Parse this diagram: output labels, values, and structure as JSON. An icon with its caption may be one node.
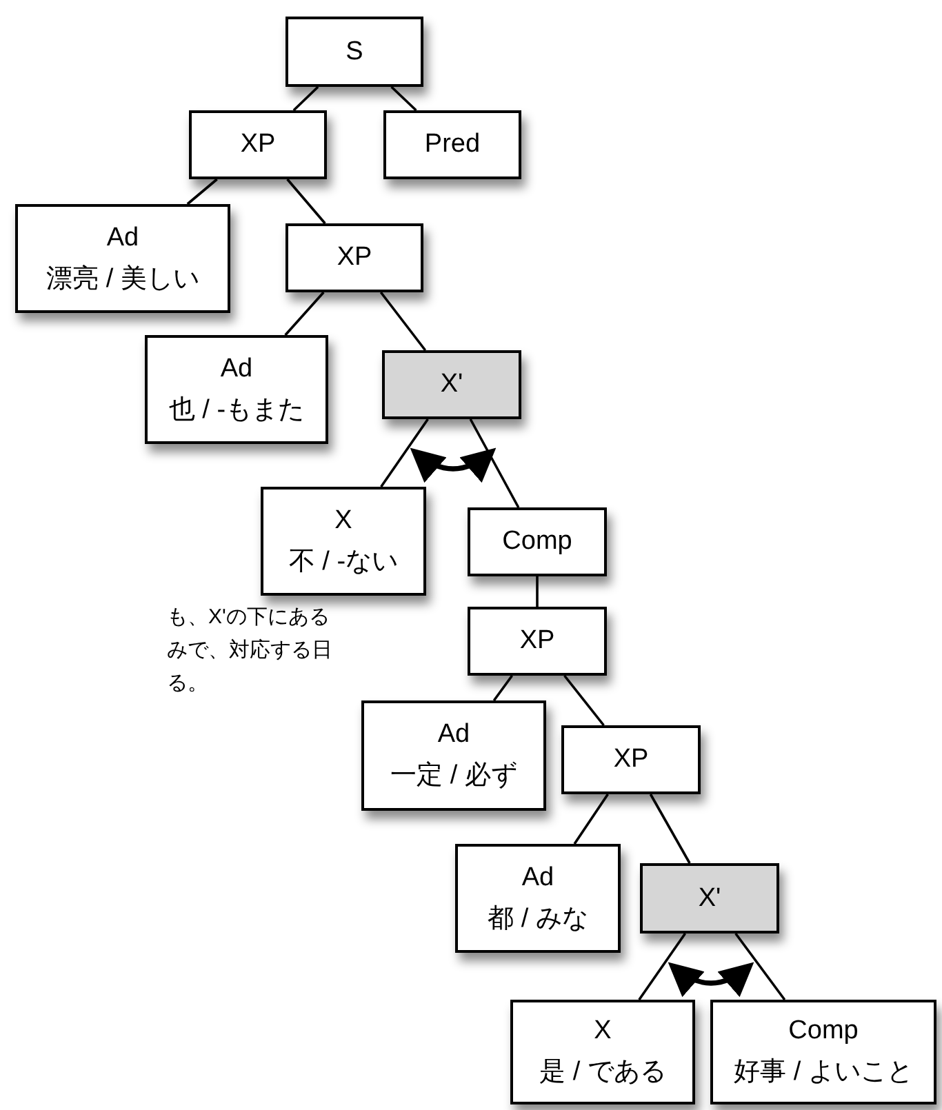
{
  "diagram": {
    "nodes": [
      {
        "text": [
          "S"
        ]
      },
      {
        "text": [
          "XP"
        ]
      },
      {
        "text": [
          "Pred"
        ]
      },
      {
        "text": [
          "Ad",
          "漂亮 / 美しい"
        ]
      },
      {
        "text": [
          "XP"
        ]
      },
      {
        "text": [
          "Ad",
          "也 / -もまた"
        ]
      },
      {
        "text": [
          "X'"
        ]
      },
      {
        "text": [
          "X",
          "不 / -ない"
        ]
      },
      {
        "text": [
          "Comp"
        ]
      },
      {
        "text": [
          "XP"
        ]
      },
      {
        "text": [
          "Ad",
          "一定 / 必ず"
        ]
      },
      {
        "text": [
          "XP"
        ]
      },
      {
        "text": [
          "Ad",
          "都 / みな"
        ]
      },
      {
        "text": [
          "X'"
        ]
      },
      {
        "text": [
          "X",
          "是 / である"
        ]
      },
      {
        "text": [
          "Comp",
          "好事 / よいこと"
        ]
      }
    ],
    "edges": [
      {
        "from": 0,
        "to": 1,
        "arrow": "none"
      },
      {
        "from": 0,
        "to": 2,
        "arrow": "none"
      },
      {
        "from": 1,
        "to": 3,
        "arrow": "none"
      },
      {
        "from": 1,
        "to": 4,
        "arrow": "none"
      },
      {
        "from": 4,
        "to": 5,
        "arrow": "none"
      },
      {
        "from": 4,
        "to": 6,
        "arrow": "none"
      },
      {
        "from": 6,
        "to": 7,
        "arrow": "none"
      },
      {
        "from": 6,
        "to": 8,
        "arrow": "none"
      },
      {
        "from": 8,
        "to": 9,
        "arrow": "none"
      },
      {
        "from": 9,
        "to": 10,
        "arrow": "none"
      },
      {
        "from": 9,
        "to": 11,
        "arrow": "none"
      },
      {
        "from": 11,
        "to": 12,
        "arrow": "none"
      },
      {
        "from": 11,
        "to": 13,
        "arrow": "none"
      },
      {
        "from": 13,
        "to": 14,
        "arrow": "none"
      },
      {
        "from": 13,
        "to": 15,
        "arrow": "none"
      }
    ],
    "labels": [
      "も、X'の下にある",
      "みで、対応する日",
      "る。"
    ]
  }
}
